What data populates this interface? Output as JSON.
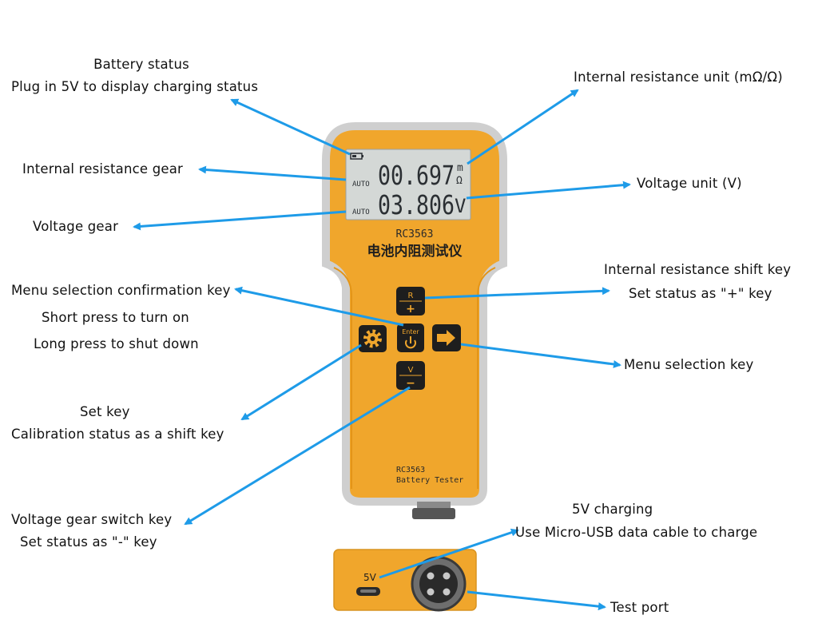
{
  "colors": {
    "housing_orange": "#f0a62c",
    "housing_gray": "#dcdcdc",
    "lcd_bg": "#d4d8d6",
    "lcd_text": "#2b2f33",
    "arrow": "#1e9be8",
    "key_black": "#1e1e1e",
    "key_icon": "#f0a62c"
  },
  "annotations": {
    "battery_status": {
      "line1": "Battery status",
      "line2": "Plug in 5V to display charging status"
    },
    "ir_gear": "Internal resistance gear",
    "voltage_gear": "Voltage gear",
    "menu_confirm": {
      "line1": "Menu selection confirmation key",
      "line2": "Short press to turn on",
      "line3": "Long press to shut down"
    },
    "set_key": {
      "line1": "Set key",
      "line2": "Calibration status as a shift key"
    },
    "voltage_switch": {
      "line1": "Voltage gear switch key",
      "line2": "Set status as \"-\" key"
    },
    "ir_unit": "Internal resistance unit (mΩ/Ω)",
    "voltage_unit": "Voltage unit (V)",
    "ir_shift": {
      "line1": "Internal resistance shift key",
      "line2": "Set status as \"+\" key"
    },
    "menu_select": "Menu selection key",
    "charging": {
      "line1": "5V charging",
      "line2": "Use Micro-USB data cable to charge"
    },
    "test_port": "Test port"
  },
  "device": {
    "lcd": {
      "auto1": "AUTO",
      "value1": "00.697",
      "unit1_top": "m",
      "unit1_bottom": "Ω",
      "auto2": "AUTO",
      "value2": "03.806",
      "unit2": "V"
    },
    "model": "RC3563",
    "name_cn": "电池内阻测试仪",
    "keys": {
      "r_key": {
        "top": "R",
        "bottom": "+"
      },
      "enter_key": {
        "top": "Enter"
      },
      "v_key": {
        "top": "V",
        "bottom": "−"
      }
    },
    "footer": {
      "line1": "RC3563",
      "line2": "Battery Tester"
    },
    "bottom_port": {
      "label": "5V"
    }
  }
}
